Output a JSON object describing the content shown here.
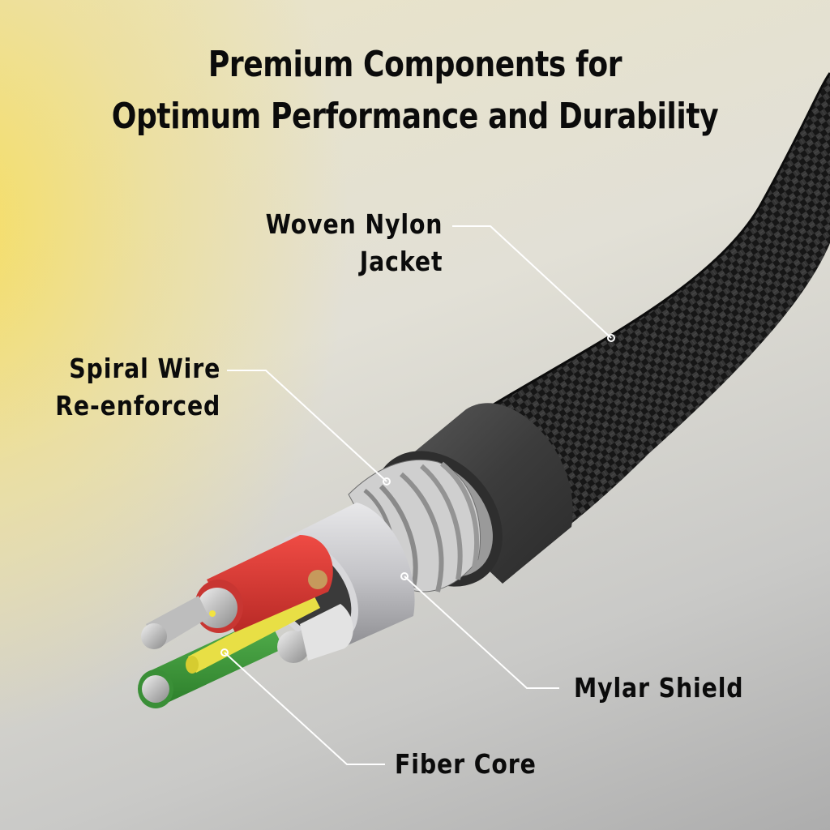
{
  "title": {
    "line1": "Premium Components for",
    "line2": "Optimum Performance and Durability"
  },
  "callouts": [
    {
      "id": "woven-nylon-jacket",
      "lines": [
        "Woven Nylon",
        "Jacket"
      ]
    },
    {
      "id": "spiral-wire",
      "lines": [
        "Spiral Wire",
        "Re-enforced"
      ]
    },
    {
      "id": "mylar-shield",
      "lines": [
        "Mylar Shield"
      ]
    },
    {
      "id": "fiber-core",
      "lines": [
        "Fiber Core"
      ]
    }
  ],
  "colors": {
    "background_yellow": "#f5dc5e",
    "background_gray": "#adadad",
    "text": "#0b0b0b",
    "callout_line": "#ffffff",
    "jacket": "#1c1c1c",
    "inner_sleeve": "#3b3b3b",
    "wire_red": "#d93a35",
    "wire_green": "#3d9a3b",
    "wire_yellow": "#e8df45",
    "wire_white": "#e3e3e3",
    "shield_silver": "#c9c9cc"
  }
}
